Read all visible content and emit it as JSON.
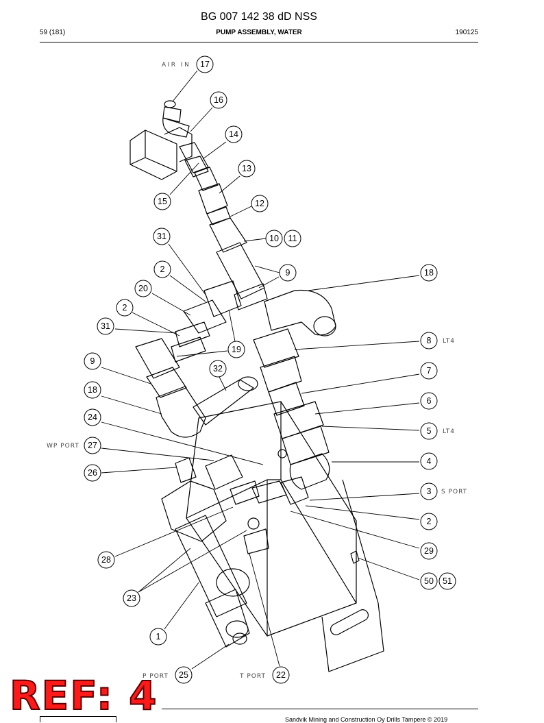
{
  "header": {
    "title": "BG 007 142 38 dD NSS",
    "page": "59 (181)",
    "section": "PUMP ASSEMBLY, WATER",
    "date_code": "190125"
  },
  "port_labels": {
    "air_in": "AIR IN",
    "wp_port": "WP PORT",
    "s_port": "S PORT",
    "p_port": "P PORT",
    "t_port": "T PORT",
    "lt4_a": "LT4",
    "lt4_b": "LT4"
  },
  "callouts": [
    "17",
    "16",
    "14",
    "13",
    "15",
    "12",
    "31",
    "10",
    "11",
    "2",
    "9",
    "18",
    "20",
    "2",
    "31",
    "8",
    "19",
    "9",
    "32",
    "7",
    "18",
    "6",
    "24",
    "5",
    "27",
    "4",
    "26",
    "3",
    "2",
    "29",
    "28",
    "50",
    "51",
    "23",
    "1",
    "25",
    "22"
  ],
  "stamp": {
    "text": "REF: 4",
    "color": "#ff1a1a"
  },
  "footer": {
    "copyright": "Sandvik Mining and Construction Oy Drills Tampere © 2019"
  }
}
